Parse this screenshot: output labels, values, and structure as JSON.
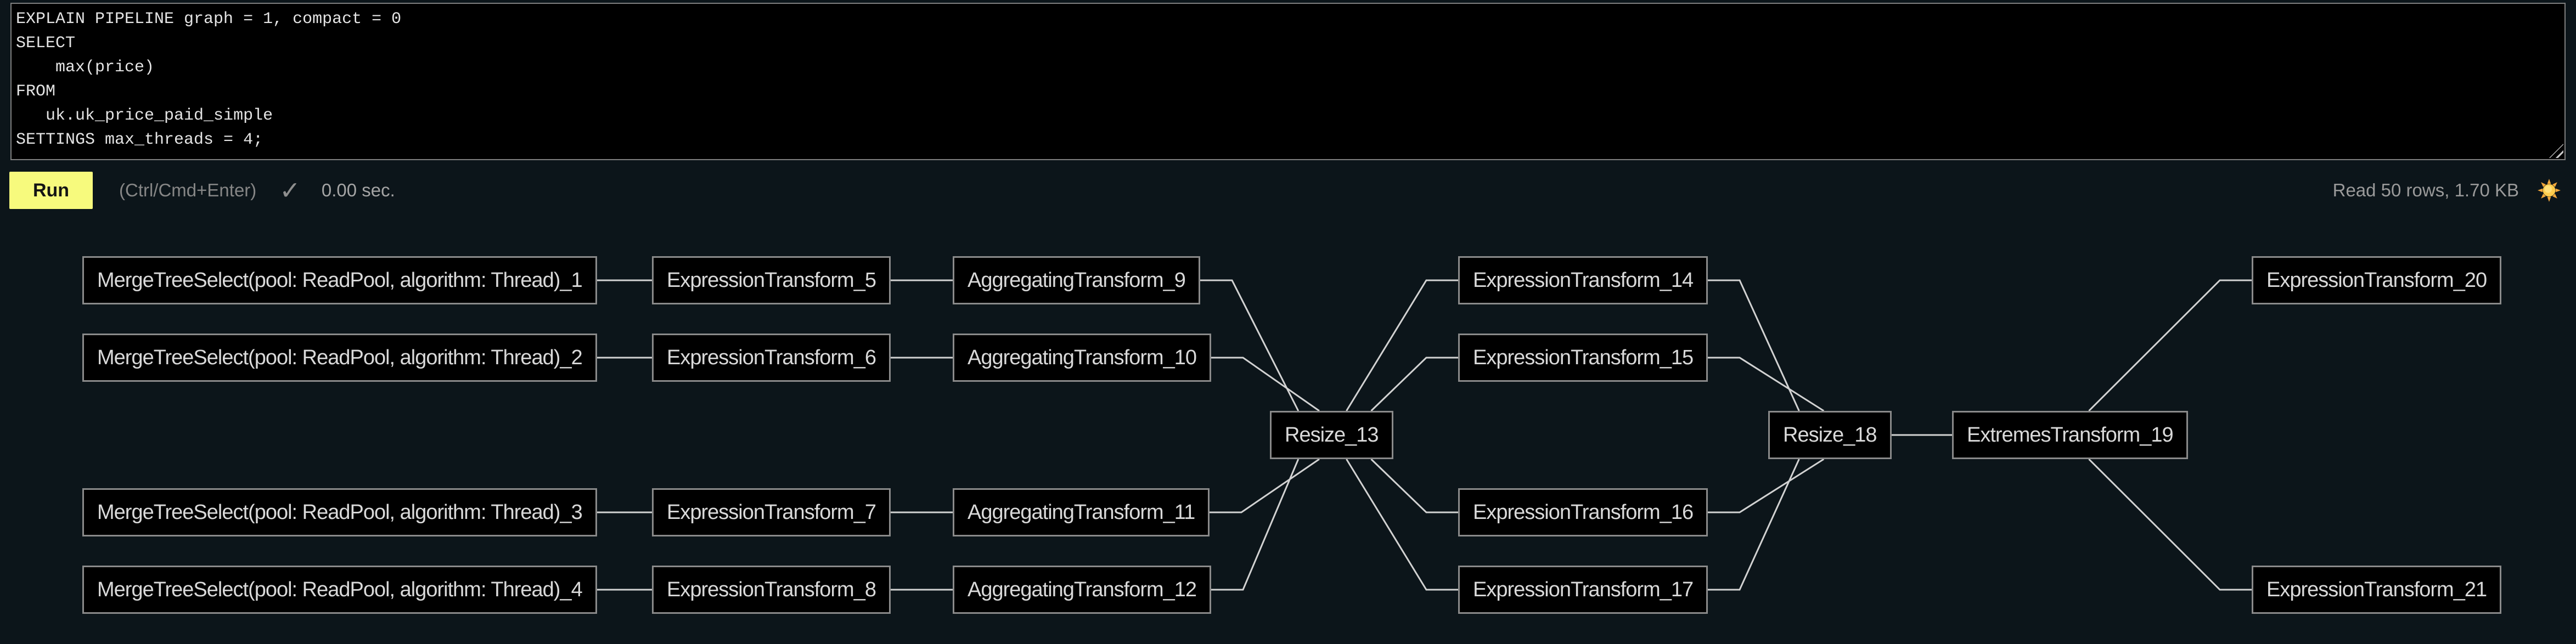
{
  "editor": {
    "query": "EXPLAIN PIPELINE graph = 1, compact = 0\nSELECT\n    max(price)\nFROM\n   uk.uk_price_paid_simple\nSETTINGS max_threads = 4;"
  },
  "toolbar": {
    "run_label": "Run",
    "shortcut_hint": "(Ctrl/Cmd+Enter)",
    "check_glyph": "✓",
    "elapsed": "0.00 sec.",
    "stats": "Read 50 rows, 1.70 KB",
    "theme_icon": "sun-icon"
  },
  "colors": {
    "page_background": "#0c151a",
    "editor_background": "#000000",
    "editor_border": "#7f7f7f",
    "run_button_background": "#f7fa7d",
    "run_button_text": "#141414",
    "muted_text": "#8f8f8f",
    "node_background": "#000000",
    "node_border": "#8a8a8a",
    "node_text": "#d9d9d9",
    "edge_line": "#d2d2d2",
    "sun_yellow": "#ffcc4d"
  },
  "graph": {
    "nodes": [
      {
        "id": "mt1",
        "label": "MergeTreeSelect(pool: ReadPool, algorithm: Thread)_1",
        "col": "sources",
        "row": "r1"
      },
      {
        "id": "mt2",
        "label": "MergeTreeSelect(pool: ReadPool, algorithm: Thread)_2",
        "col": "sources",
        "row": "r2"
      },
      {
        "id": "mt3",
        "label": "MergeTreeSelect(pool: ReadPool, algorithm: Thread)_3",
        "col": "sources",
        "row": "r3"
      },
      {
        "id": "mt4",
        "label": "MergeTreeSelect(pool: ReadPool, algorithm: Thread)_4",
        "col": "sources",
        "row": "r4"
      },
      {
        "id": "et5",
        "label": "ExpressionTransform_5",
        "col": "expr1",
        "row": "r1"
      },
      {
        "id": "et6",
        "label": "ExpressionTransform_6",
        "col": "expr1",
        "row": "r2"
      },
      {
        "id": "et7",
        "label": "ExpressionTransform_7",
        "col": "expr1",
        "row": "r3"
      },
      {
        "id": "et8",
        "label": "ExpressionTransform_8",
        "col": "expr1",
        "row": "r4"
      },
      {
        "id": "ag9",
        "label": "AggregatingTransform_9",
        "col": "agg",
        "row": "r1"
      },
      {
        "id": "ag10",
        "label": "AggregatingTransform_10",
        "col": "agg",
        "row": "r2"
      },
      {
        "id": "ag11",
        "label": "AggregatingTransform_11",
        "col": "agg",
        "row": "r3"
      },
      {
        "id": "ag12",
        "label": "AggregatingTransform_12",
        "col": "agg",
        "row": "r4"
      },
      {
        "id": "rs13",
        "label": "Resize_13",
        "col": "resize1",
        "row": "mid"
      },
      {
        "id": "et14",
        "label": "ExpressionTransform_14",
        "col": "expr2",
        "row": "r1"
      },
      {
        "id": "et15",
        "label": "ExpressionTransform_15",
        "col": "expr2",
        "row": "r2"
      },
      {
        "id": "et16",
        "label": "ExpressionTransform_16",
        "col": "expr2",
        "row": "r3"
      },
      {
        "id": "et17",
        "label": "ExpressionTransform_17",
        "col": "expr2",
        "row": "r4"
      },
      {
        "id": "rs18",
        "label": "Resize_18",
        "col": "resize2",
        "row": "mid"
      },
      {
        "id": "ex19",
        "label": "ExtremesTransform_19",
        "col": "extremes",
        "row": "mid"
      },
      {
        "id": "et20",
        "label": "ExpressionTransform_20",
        "col": "expr3",
        "row": "r1"
      },
      {
        "id": "et21",
        "label": "ExpressionTransform_21",
        "col": "expr3",
        "row": "r4"
      }
    ],
    "edges": [
      {
        "from": "mt1",
        "to": "et5",
        "via": "straight"
      },
      {
        "from": "mt2",
        "to": "et6",
        "via": "straight"
      },
      {
        "from": "mt3",
        "to": "et7",
        "via": "straight"
      },
      {
        "from": "mt4",
        "to": "et8",
        "via": "straight"
      },
      {
        "from": "et5",
        "to": "ag9",
        "via": "straight"
      },
      {
        "from": "et6",
        "to": "ag10",
        "via": "straight"
      },
      {
        "from": "et7",
        "to": "ag11",
        "via": "straight"
      },
      {
        "from": "et8",
        "to": "ag12",
        "via": "straight"
      },
      {
        "from": "ag9",
        "to": "rs13",
        "via": "target-top",
        "frac": 0.23
      },
      {
        "from": "ag10",
        "to": "rs13",
        "via": "target-top",
        "frac": 0.4
      },
      {
        "from": "ag11",
        "to": "rs13",
        "via": "target-bottom",
        "frac": 0.4
      },
      {
        "from": "ag12",
        "to": "rs13",
        "via": "target-bottom",
        "frac": 0.23
      },
      {
        "from": "rs13",
        "to": "et14",
        "via": "source-top",
        "frac": 0.62
      },
      {
        "from": "rs13",
        "to": "et15",
        "via": "source-top",
        "frac": 0.82
      },
      {
        "from": "rs13",
        "to": "et16",
        "via": "source-bottom",
        "frac": 0.82
      },
      {
        "from": "rs13",
        "to": "et17",
        "via": "source-bottom",
        "frac": 0.62
      },
      {
        "from": "et14",
        "to": "rs18",
        "via": "target-top",
        "frac": 0.25
      },
      {
        "from": "et15",
        "to": "rs18",
        "via": "target-top",
        "frac": 0.45
      },
      {
        "from": "et16",
        "to": "rs18",
        "via": "target-bottom",
        "frac": 0.45
      },
      {
        "from": "et17",
        "to": "rs18",
        "via": "target-bottom",
        "frac": 0.25
      },
      {
        "from": "rs18",
        "to": "ex19",
        "via": "straight"
      },
      {
        "from": "ex19",
        "to": "et20",
        "via": "source-top",
        "frac": 0.58
      },
      {
        "from": "ex19",
        "to": "et21",
        "via": "source-bottom",
        "frac": 0.58
      }
    ]
  }
}
